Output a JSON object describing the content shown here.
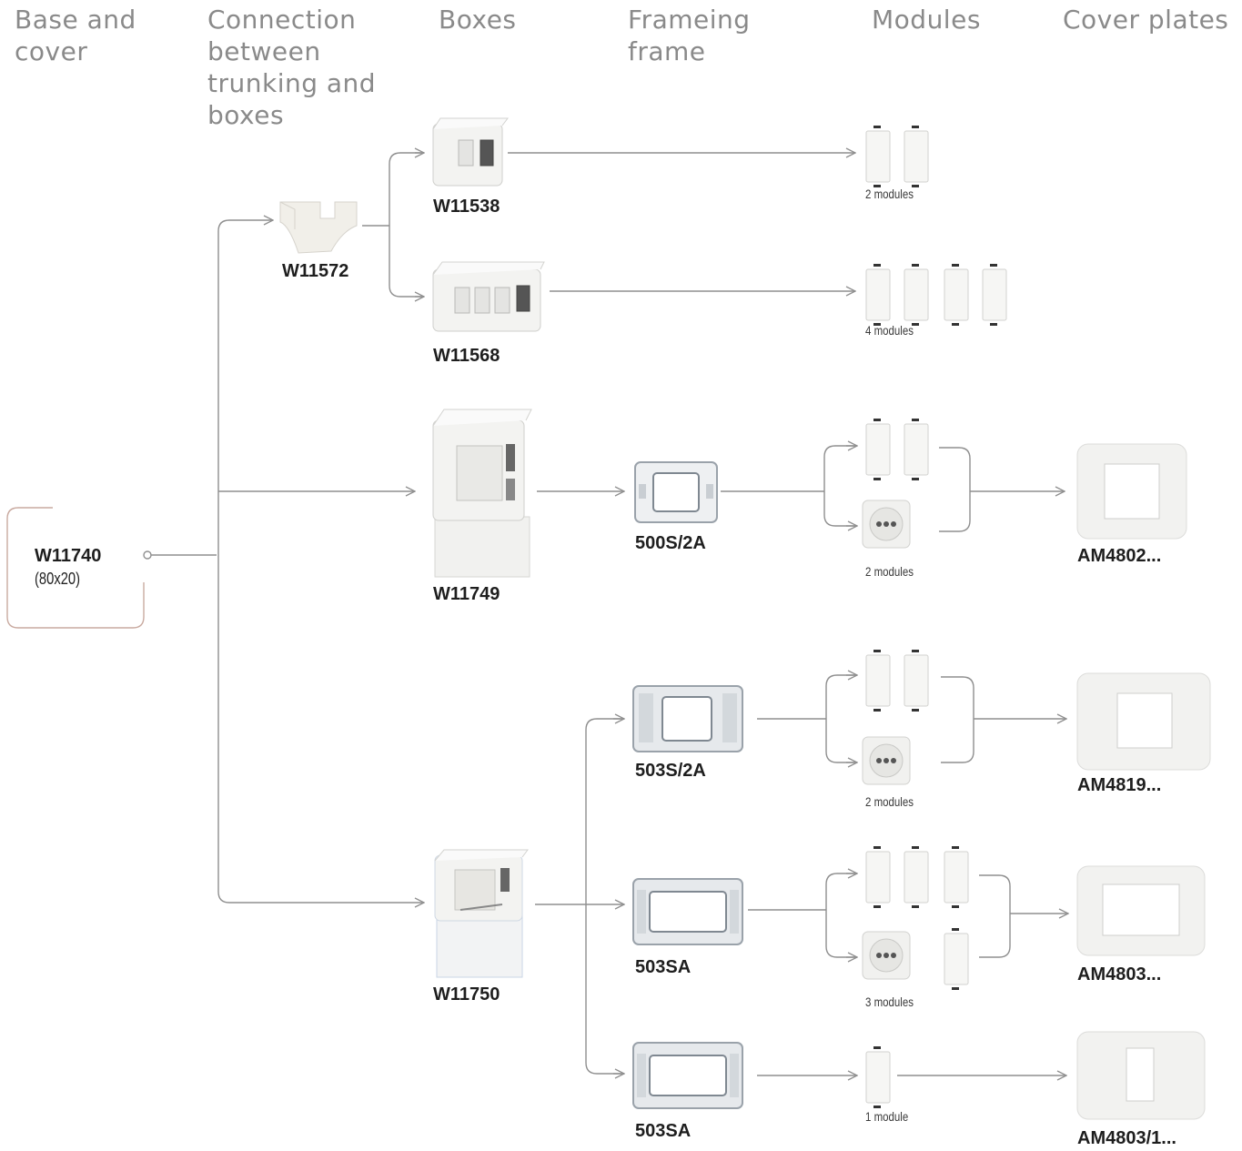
{
  "columns": {
    "base": "Base and\ncover",
    "connection": "Connection\nbetween\ntrunking and\nboxes",
    "boxes": "Boxes",
    "frame": "Frameing\nframe",
    "modules": "Modules",
    "cover": "Cover plates"
  },
  "base": {
    "code": "W11740",
    "size": "(80x20)"
  },
  "connector": {
    "code": "W11572"
  },
  "boxes": {
    "b1": "W11538",
    "b2": "W11568",
    "b3": "W11749",
    "b4": "W11750"
  },
  "frames": {
    "f1": "500S/2A",
    "f2": "503S/2A",
    "f3": "503SA",
    "f4": "503SA"
  },
  "modules": {
    "m1": "2 modules",
    "m2": "4 modules",
    "m3": "2 modules",
    "m4": "2 modules",
    "m5": "3 modules",
    "m6": "1 module"
  },
  "covers": {
    "c1": "AM4802...",
    "c2": "AM4819...",
    "c3": "AM4803...",
    "c4": "AM4803/1..."
  }
}
